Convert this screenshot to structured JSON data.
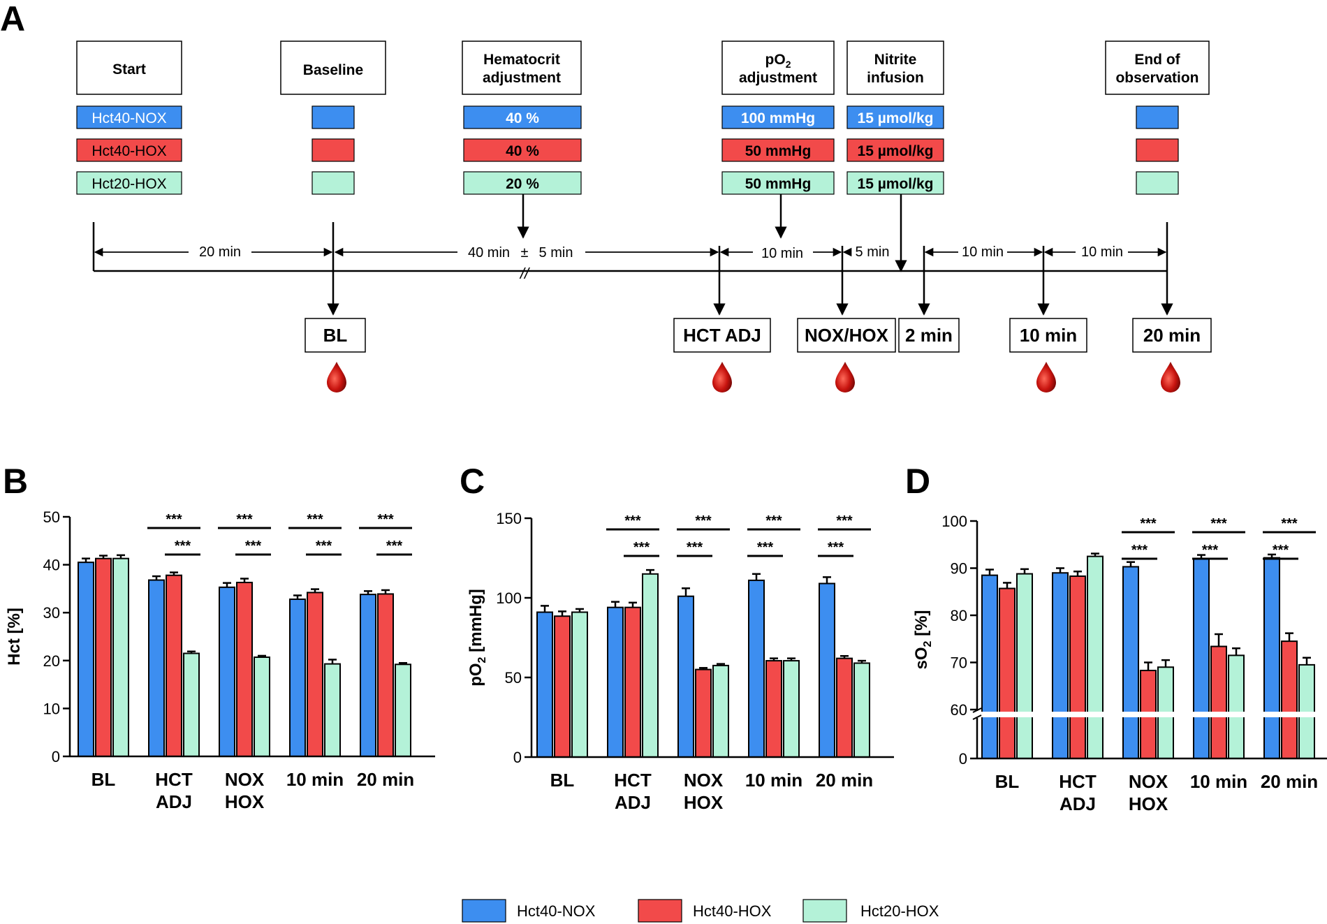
{
  "colors": {
    "nox": "#3d8ef0",
    "hox": "#f24a4a",
    "hct20": "#b4f2d8"
  },
  "panel_letters": {
    "a": "A",
    "b": "B",
    "c": "C",
    "d": "D"
  },
  "timeline": {
    "stages": [
      {
        "key": "start",
        "lines": [
          "Start"
        ]
      },
      {
        "key": "baseline",
        "lines": [
          "Baseline"
        ]
      },
      {
        "key": "hct_adj",
        "lines": [
          "Hematocrit",
          "adjustment"
        ]
      },
      {
        "key": "po2_adj",
        "lines": [
          "pO",
          "2",
          "adjustment"
        ]
      },
      {
        "key": "nitrite",
        "lines": [
          "Nitrite",
          "infusion"
        ]
      },
      {
        "key": "end",
        "lines": [
          "End of",
          "observation"
        ]
      }
    ],
    "groups": [
      "Hct40-NOX",
      "Hct40-HOX",
      "Hct20-HOX"
    ],
    "hematocrit_values": [
      "40 %",
      "40 %",
      "20 %"
    ],
    "po2_values": [
      "100 mmHg",
      "50 mmHg",
      "50 mmHg"
    ],
    "nitrite_values": [
      "15 µmol/kg",
      "15 µmol/kg",
      "15 µmol/kg"
    ],
    "intervals": [
      "20 min",
      "40 min",
      "±",
      "5 min",
      "10 min",
      "5 min",
      "10 min",
      "10 min"
    ],
    "break_mark": "//",
    "timepoints": [
      "BL",
      "HCT ADJ",
      "NOX/HOX",
      "2 min",
      "10 min",
      "20 min"
    ],
    "blood_sample_icon": "blood-drop-icon"
  },
  "chart_data": [
    {
      "id": "B",
      "type": "bar",
      "ylabel": "Hct [%]",
      "ylim": [
        0,
        50
      ],
      "yticks": [
        0,
        10,
        20,
        30,
        40,
        50
      ],
      "categories": [
        [
          "BL"
        ],
        [
          "HCT",
          "ADJ"
        ],
        [
          "NOX",
          "HOX"
        ],
        [
          "10 min"
        ],
        [
          "20 min"
        ]
      ],
      "series": [
        {
          "name": "Hct40-NOX",
          "values": [
            40.5,
            36.8,
            35.3,
            32.8,
            33.8
          ],
          "errors": [
            0.8,
            0.8,
            0.9,
            0.8,
            0.7
          ]
        },
        {
          "name": "Hct40-HOX",
          "values": [
            41.3,
            37.8,
            36.3,
            34.2,
            33.9
          ],
          "errors": [
            0.6,
            0.6,
            0.8,
            0.7,
            0.8
          ]
        },
        {
          "name": "Hct20-HOX",
          "values": [
            41.3,
            21.5,
            20.7,
            19.3,
            19.2
          ],
          "errors": [
            0.7,
            0.4,
            0.3,
            0.9,
            0.3
          ]
        }
      ],
      "significance": [
        {
          "cat": 1,
          "from": 0,
          "to": 2,
          "label": "***"
        },
        {
          "cat": 1,
          "from": 1,
          "to": 2,
          "label": "***"
        },
        {
          "cat": 2,
          "from": 0,
          "to": 2,
          "label": "***"
        },
        {
          "cat": 2,
          "from": 1,
          "to": 2,
          "label": "***"
        },
        {
          "cat": 3,
          "from": 0,
          "to": 2,
          "label": "***"
        },
        {
          "cat": 3,
          "from": 1,
          "to": 2,
          "label": "***"
        },
        {
          "cat": 4,
          "from": 0,
          "to": 2,
          "label": "***"
        },
        {
          "cat": 4,
          "from": 1,
          "to": 2,
          "label": "***"
        }
      ]
    },
    {
      "id": "C",
      "type": "bar",
      "ylabel": "pO2 [mmHg]",
      "ylim": [
        0,
        150
      ],
      "yticks": [
        0,
        50,
        100,
        150
      ],
      "categories": [
        [
          "BL"
        ],
        [
          "HCT",
          "ADJ"
        ],
        [
          "NOX",
          "HOX"
        ],
        [
          "10 min"
        ],
        [
          "20 min"
        ]
      ],
      "series": [
        {
          "name": "Hct40-NOX",
          "values": [
            91,
            94,
            101,
            111,
            109
          ],
          "errors": [
            4,
            3.5,
            5,
            4,
            4
          ]
        },
        {
          "name": "Hct40-HOX",
          "values": [
            88.5,
            94,
            55,
            60.5,
            62
          ],
          "errors": [
            3,
            3,
            1,
            1.5,
            1.5
          ]
        },
        {
          "name": "Hct20-HOX",
          "values": [
            91,
            115,
            57.5,
            60.5,
            59
          ],
          "errors": [
            2,
            2.5,
            1,
            1.5,
            1.5
          ]
        }
      ],
      "significance": [
        {
          "cat": 1,
          "from": 0,
          "to": 2,
          "label": "***"
        },
        {
          "cat": 1,
          "from": 1,
          "to": 2,
          "label": "***"
        },
        {
          "cat": 2,
          "from": 0,
          "to": 2,
          "label": "***"
        },
        {
          "cat": 2,
          "from": 0,
          "to": 1,
          "label": "***"
        },
        {
          "cat": 3,
          "from": 0,
          "to": 2,
          "label": "***"
        },
        {
          "cat": 3,
          "from": 0,
          "to": 1,
          "label": "***"
        },
        {
          "cat": 4,
          "from": 0,
          "to": 2,
          "label": "***"
        },
        {
          "cat": 4,
          "from": 0,
          "to": 1,
          "label": "***"
        }
      ]
    },
    {
      "id": "D",
      "type": "bar",
      "ylabel": "sO2 [%]",
      "axis_break": [
        0,
        60
      ],
      "ylim": [
        60,
        100
      ],
      "yticks": [
        0,
        60,
        70,
        80,
        90,
        100
      ],
      "categories": [
        [
          "BL"
        ],
        [
          "HCT",
          "ADJ"
        ],
        [
          "NOX",
          "HOX"
        ],
        [
          "10 min"
        ],
        [
          "20 min"
        ]
      ],
      "series": [
        {
          "name": "Hct40-NOX",
          "values": [
            88.5,
            89,
            90.3,
            92,
            92.2
          ],
          "errors": [
            1.2,
            1.0,
            1.0,
            0.8,
            0.7
          ]
        },
        {
          "name": "Hct40-HOX",
          "values": [
            85.7,
            88.3,
            68.3,
            73.4,
            74.5
          ],
          "errors": [
            1.2,
            1.0,
            1.7,
            2.6,
            1.7
          ]
        },
        {
          "name": "Hct20-HOX",
          "values": [
            88.8,
            92.5,
            69.0,
            71.5,
            69.5
          ],
          "errors": [
            1.0,
            0.6,
            1.5,
            1.5,
            1.5
          ]
        }
      ],
      "significance": [
        {
          "cat": 2,
          "from": 0,
          "to": 2,
          "label": "***"
        },
        {
          "cat": 2,
          "from": 0,
          "to": 1,
          "label": "***"
        },
        {
          "cat": 3,
          "from": 0,
          "to": 2,
          "label": "***"
        },
        {
          "cat": 3,
          "from": 0,
          "to": 1,
          "label": "***"
        },
        {
          "cat": 4,
          "from": 0,
          "to": 2,
          "label": "***"
        },
        {
          "cat": 4,
          "from": 0,
          "to": 1,
          "label": "***"
        }
      ]
    }
  ],
  "legend": {
    "placement": "bottom-center",
    "items": [
      "Hct40-NOX",
      "Hct40-HOX",
      "Hct20-HOX"
    ]
  }
}
